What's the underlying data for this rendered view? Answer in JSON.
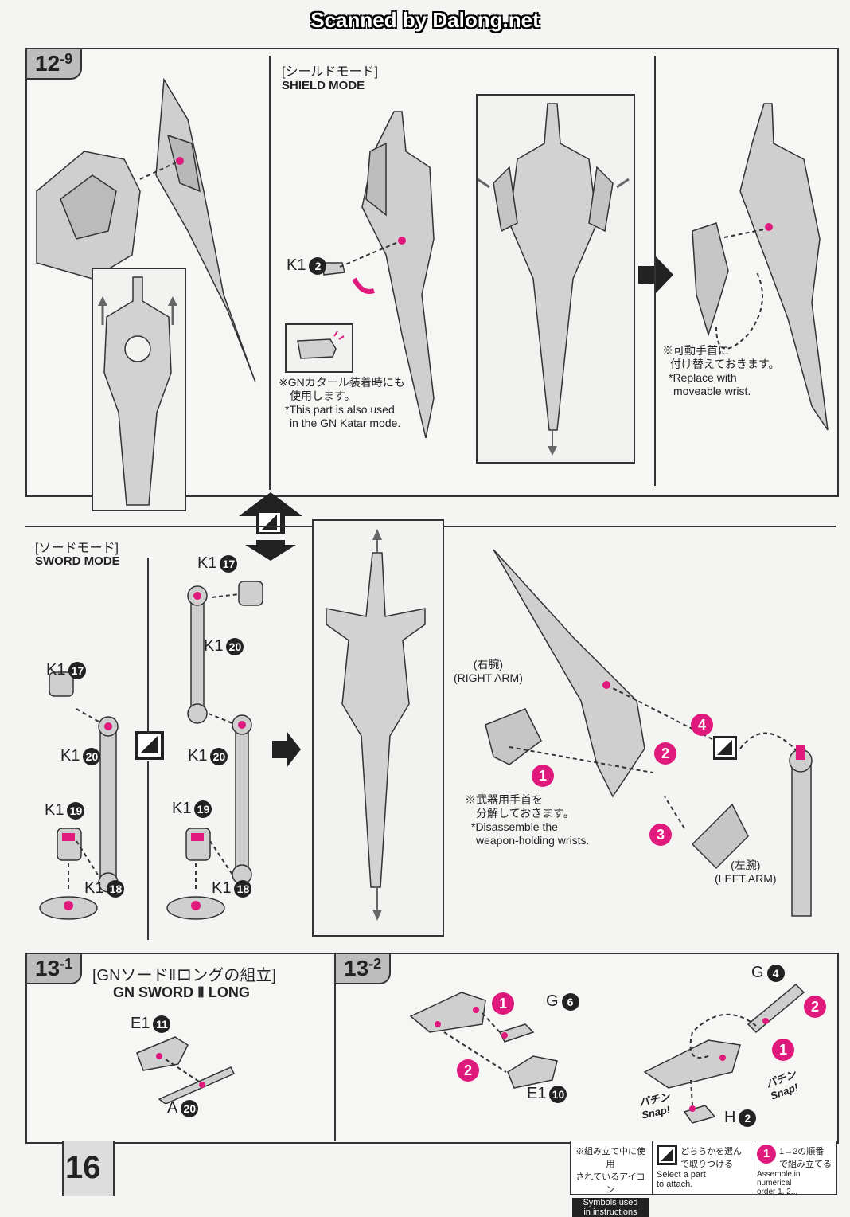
{
  "watermark": "Scanned by Dalong.net",
  "page_number": "16",
  "step_12_9": {
    "tab": "12",
    "tab_sub": "-9",
    "shield_mode_ja": "[シールドモード]",
    "shield_mode_en": "SHIELD MODE",
    "part_k1": "K1",
    "part_k1_num": "2",
    "note_katar_ja_1": "※GNカタール装着時にも",
    "note_katar_ja_2": "使用します。",
    "note_katar_en_1": "*This part is also used",
    "note_katar_en_2": "in the GN Katar mode.",
    "note_wrist_ja_1": "※可動手首に",
    "note_wrist_ja_2": "付け替えておきます。",
    "note_wrist_en_1": "*Replace with",
    "note_wrist_en_2": "moveable wrist."
  },
  "sword_mode": {
    "title_ja": "[ソードモード]",
    "title_en": "SWORD MODE",
    "labels": [
      {
        "part": "K1",
        "num": "17"
      },
      {
        "part": "K1",
        "num": "20"
      },
      {
        "part": "K1",
        "num": "19"
      },
      {
        "part": "K1",
        "num": "18"
      },
      {
        "part": "K1",
        "num": "17"
      },
      {
        "part": "K1",
        "num": "20"
      },
      {
        "part": "K1",
        "num": "20"
      },
      {
        "part": "K1",
        "num": "19"
      },
      {
        "part": "K1",
        "num": "18"
      }
    ],
    "right_arm_ja": "(右腕)",
    "right_arm_en": "(RIGHT ARM)",
    "left_arm_ja": "(左腕)",
    "left_arm_en": "(LEFT ARM)",
    "note_ja_1": "※武器用手首を",
    "note_ja_2": "分解しておきます。",
    "note_en_1": "*Disassemble the",
    "note_en_2": "weapon-holding wrists.",
    "steps": [
      "1",
      "2",
      "3",
      "4"
    ]
  },
  "step_13_1": {
    "tab": "13",
    "tab_sub": "-1",
    "title_ja": "[GNソードⅡロングの組立]",
    "title_en": "GN SWORD Ⅱ LONG",
    "part_e1": "E1",
    "part_e1_num": "11",
    "part_a": "A",
    "part_a_num": "20"
  },
  "step_13_2": {
    "tab": "13",
    "tab_sub": "-2",
    "part_g6": "G",
    "part_g6_num": "6",
    "part_e1": "E1",
    "part_e1_num": "10",
    "part_g4": "G",
    "part_g4_num": "4",
    "part_h": "H",
    "part_h_num": "2",
    "snap_ja": "パチン",
    "snap_en": "Snap!",
    "steps": [
      "1",
      "2",
      "1",
      "2"
    ]
  },
  "legend": {
    "col1_ja_1": "※組み立て中に使用",
    "col1_ja_2": "されているアイコン",
    "col1_en_1": "Symbols used",
    "col1_en_2": "in instructions",
    "col2_ja_1": "どちらかを選ん",
    "col2_ja_2": "で取りつける",
    "col2_en_1": "Select a part",
    "col2_en_2": "to attach.",
    "col3_ja_1": "1→2の順番",
    "col3_ja_2": "で組み立てる",
    "col3_en_1": "Assemble in numerical",
    "col3_en_2": "order 1, 2..."
  },
  "colors": {
    "accent": "#e0197d",
    "line": "#333333",
    "tab": "#bdbdbd"
  }
}
